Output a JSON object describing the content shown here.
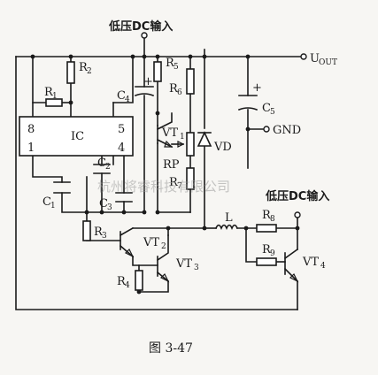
{
  "labels": {
    "input_top": "低压DC输入",
    "input_right": "低压DC输入",
    "output": "U",
    "output_sub": "OUT",
    "gnd": "GND",
    "ic": "IC",
    "pin8": "8",
    "pin5": "5",
    "pin1": "1",
    "pin4": "4",
    "r1": "R",
    "r1_sub": "1",
    "r2": "R",
    "r2_sub": "2",
    "r3": "R",
    "r3_sub": "3",
    "r4": "R",
    "r4_sub": "4",
    "r5": "R",
    "r5_sub": "5",
    "r6": "R",
    "r6_sub": "6",
    "r7": "R",
    "r7_sub": "7",
    "r8": "R",
    "r8_sub": "8",
    "r9": "R",
    "r9_sub": "9",
    "c1": "C",
    "c1_sub": "1",
    "c2": "C",
    "c2_sub": "2",
    "c3": "C",
    "c3_sub": "3",
    "c4": "C",
    "c4_sub": "4",
    "c5": "C",
    "c5_sub": "5",
    "vt1": "VT",
    "vt1_sub": "1",
    "vt2": "VT",
    "vt2_sub": "2",
    "vt3": "VT",
    "vt3_sub": "3",
    "vt4": "VT",
    "vt4_sub": "4",
    "rp": "RP",
    "vd": "VD",
    "inductor": "L",
    "plus_c4": "+",
    "plus_c5": "+"
  },
  "watermark": "杭州将睿科技有限公司",
  "caption": "图 3-47"
}
